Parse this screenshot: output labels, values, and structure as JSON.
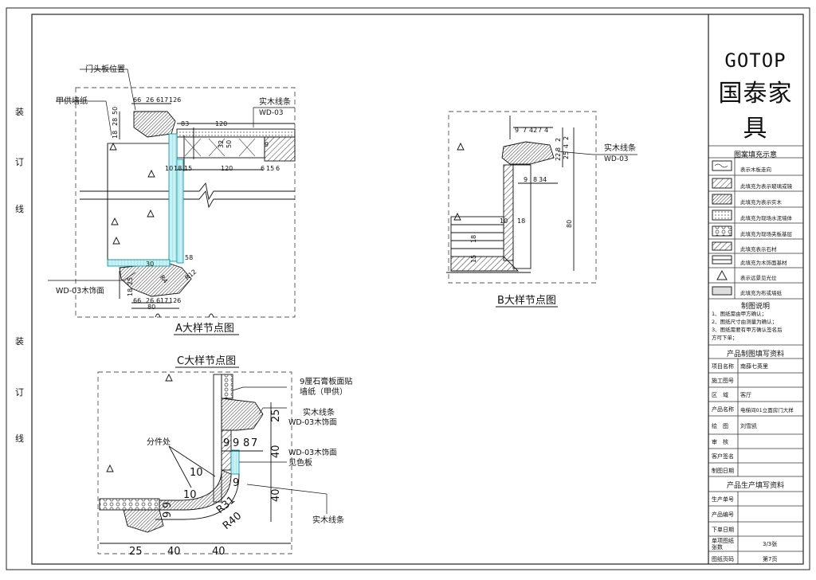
{
  "binding": {
    "chars": [
      "装",
      "订",
      "线",
      "装",
      "订",
      "线"
    ]
  },
  "brand": {
    "en": "GOTOP",
    "cn": "国泰家具"
  },
  "legend": {
    "title": "图案填充示意",
    "items": [
      "表示木板走向",
      "此填充为表示玻璃或镜",
      "此填充为表示实木",
      "此填充为现场水泥墙体",
      "此填充为现场夹板基层",
      "此填充表示石材",
      "此填充为木饰面基材",
      "表示远景见光位",
      "此填充为布或墙纸"
    ]
  },
  "notes": {
    "title": "制图说明",
    "lines": [
      "1、图纸需由甲方确认；",
      "2、图纸尺寸由测量为确认；",
      "3、图纸需要有甲方确认签名后",
      "方可下单；"
    ]
  },
  "product_info": {
    "title": "产品制图填写资料",
    "rows": [
      {
        "k": "项目名称",
        "v": "南薛七英里"
      },
      {
        "k": "施工图号",
        "v": ""
      },
      {
        "k": "区　域",
        "v": "客厅"
      },
      {
        "k": "产品名称",
        "v": "电梯间01立面房门大样"
      },
      {
        "k": "绘　图",
        "v": "刘雪凯"
      },
      {
        "k": "审　核",
        "v": ""
      },
      {
        "k": "客户签名",
        "v": ""
      },
      {
        "k": "制图日期",
        "v": ""
      }
    ]
  },
  "production_info": {
    "title": "产品生产填写资料",
    "rows": [
      {
        "k": "生产单号",
        "v": ""
      },
      {
        "k": "产品编号",
        "v": ""
      },
      {
        "k": "下单日期",
        "v": ""
      },
      {
        "k": "单项图纸张数",
        "v": "3/3张"
      },
      {
        "k": "图纸页码",
        "v": "第7页"
      }
    ]
  },
  "detail_a": {
    "title": "A大样节点图",
    "labels": {
      "door_head": "门头板位置",
      "wallpaper": "甲供墙纸",
      "solid_line": "实木线条",
      "solid_line_code": "WD-03",
      "veneer": "WD-03木饰面"
    },
    "dims": [
      "66",
      "26",
      "6",
      "17",
      "126",
      "18",
      "28",
      "50",
      "83",
      "120",
      "32",
      "50",
      "10",
      "18",
      "15",
      "120",
      "9",
      "6",
      "15",
      "6",
      "58",
      "30",
      "R4",
      "R12",
      "66",
      "26",
      "6",
      "17",
      "126",
      "80",
      "18",
      "25"
    ]
  },
  "detail_b": {
    "title": "B大样节点图",
    "labels": {
      "solid_line": "实木线条",
      "solid_line_code": "WD-03"
    },
    "dims": [
      "9",
      "7",
      "42",
      "7",
      "4",
      "2",
      "22",
      "8",
      "25",
      "4",
      "2",
      "9",
      "8",
      "34",
      "10",
      "18",
      "80",
      "18",
      "15"
    ]
  },
  "detail_c": {
    "title": "C大样节点图",
    "labels": {
      "gypsum": "9厘石膏板面贴",
      "gypsum2": "墙纸（甲供）",
      "solid_line": "实木线条",
      "veneer_code": "WD-03木饰面",
      "veneer": "WD-03木饰面",
      "edge_board": "见色板",
      "split": "分件处",
      "solid_line2": "实木线条"
    },
    "dims": [
      "25",
      "9",
      "9",
      "8",
      "7",
      "40",
      "10",
      "9",
      "10",
      "40",
      "9",
      "9",
      "R31",
      "R40",
      "25",
      "40",
      "40"
    ]
  }
}
